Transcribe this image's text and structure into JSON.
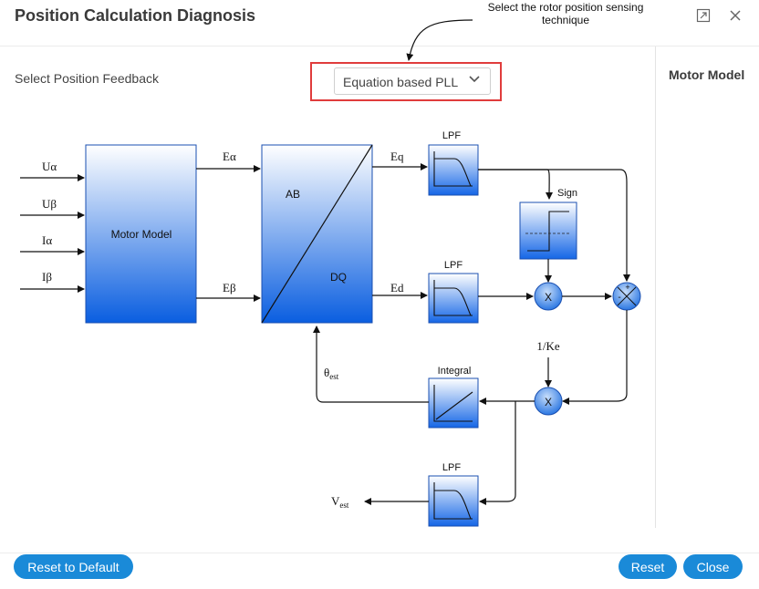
{
  "header": {
    "title": "Position Calculation Diagnosis",
    "icons": [
      "expand-icon",
      "close-icon"
    ]
  },
  "feedback": {
    "label": "Select Position Feedback",
    "selected": "Equation based PLL"
  },
  "annotation": {
    "line1": "Select the rotor position sensing",
    "line2": "technique"
  },
  "sidebar": {
    "title": "Motor Model"
  },
  "diagram": {
    "inputs": [
      "Uα",
      "Uβ",
      "Iα",
      "Iβ"
    ],
    "motor_model_label": "Motor Model",
    "e_alpha": "Eα",
    "e_beta": "Eβ",
    "transform_ab": "AB",
    "transform_dq": "DQ",
    "eq": "Eq",
    "ed": "Ed",
    "lpf": "LPF",
    "sign": "Sign",
    "integral": "Integral",
    "inv_ke": "1/Ke",
    "multiply": "X",
    "plus": "+",
    "minus": "-",
    "theta": "θ",
    "theta_sub": "est",
    "v": "V",
    "v_sub": "est"
  },
  "footer": {
    "reset_default": "Reset to Default",
    "reset": "Reset",
    "close": "Close"
  },
  "colors": {
    "accent": "#1a8ad8",
    "highlight": "#e03c3c",
    "block_top": "#ffffff",
    "block_bottom": "#0a5ee0"
  }
}
